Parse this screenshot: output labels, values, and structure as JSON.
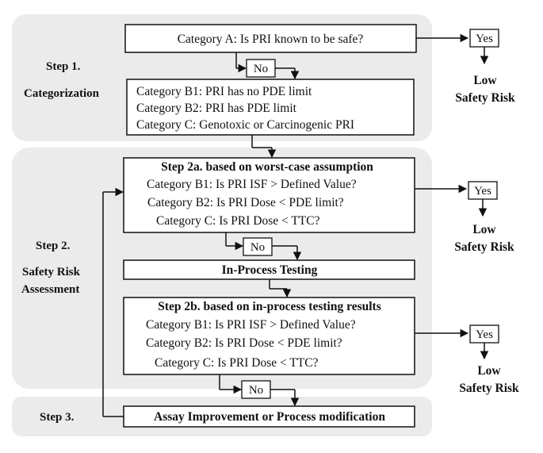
{
  "steps": {
    "step1": {
      "title": "Step 1.",
      "subtitle": "Categorization"
    },
    "step2": {
      "title": "Step 2.",
      "subtitle_line1": "Safety Risk",
      "subtitle_line2": "Assessment"
    },
    "step3": {
      "title": "Step 3."
    }
  },
  "boxes": {
    "cat_a": "Category A: Is PRI known to be safe?",
    "categories": [
      "Category B1: PRI has no PDE limit",
      "Category B2: PRI has PDE limit",
      "Category C: Genotoxic or Carcinogenic PRI"
    ],
    "step2a": {
      "header": "Step 2a. based on worst-case assumption",
      "lines": [
        "Category B1: Is PRI ISF > Defined Value?",
        "Category B2: Is PRI Dose < PDE limit?",
        "Category C: Is PRI Dose < TTC?"
      ]
    },
    "in_process": "In-Process Testing",
    "step2b": {
      "header": "Step 2b. based on in-process testing results",
      "lines": [
        "Category B1: Is PRI ISF > Defined Value?",
        "Category B2: Is PRI Dose < PDE limit?",
        "Category C: Is PRI Dose < TTC?"
      ]
    },
    "assay": "Assay Improvement or Process modification"
  },
  "decisions": {
    "yes": "Yes",
    "no": "No"
  },
  "outcome": {
    "line1": "Low",
    "line2": "Safety Risk"
  },
  "colors": {
    "panel": "#ebebeb",
    "line": "#111111",
    "box_fill": "#ffffff"
  }
}
